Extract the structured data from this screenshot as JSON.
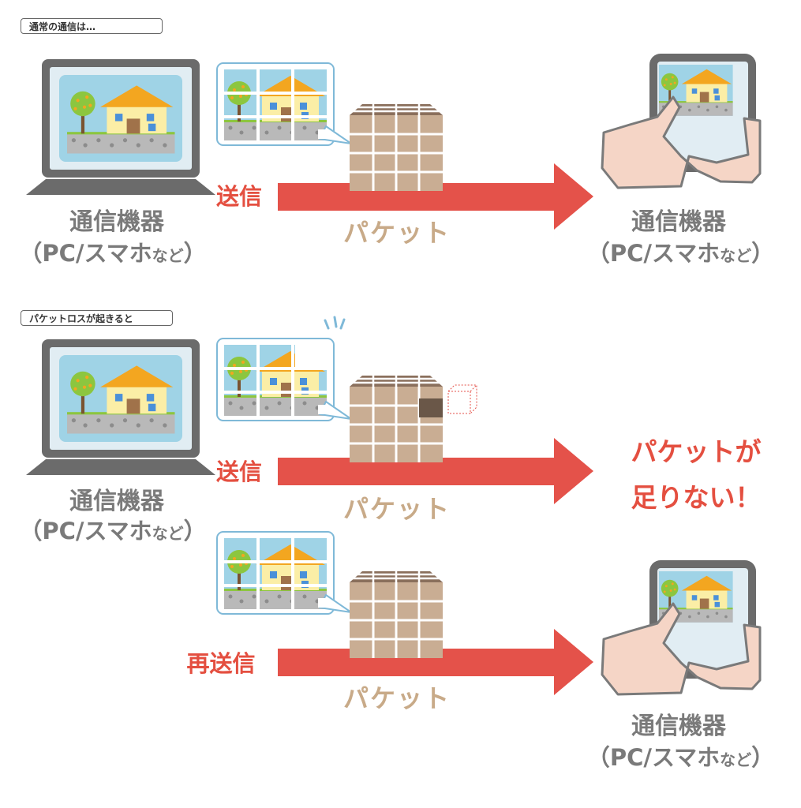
{
  "sections": {
    "normal_title": "通常の通信は…",
    "loss_title": "パケットロスが起きると"
  },
  "labels": {
    "device": "通信機器",
    "device_sub_main": "（PC/スマホ",
    "device_sub_small": "など",
    "device_sub_close": "）",
    "send": "送信",
    "resend": "再送信",
    "packet": "パケット",
    "lost_line1": "パケットが",
    "lost_line2": "足りない！"
  },
  "colors": {
    "arrow": "#e4524a",
    "packet": "#c9ad93",
    "packet_dark": "#8a6f5c",
    "device_frame": "#6b6b6b",
    "alert_text": "#e44f40"
  }
}
